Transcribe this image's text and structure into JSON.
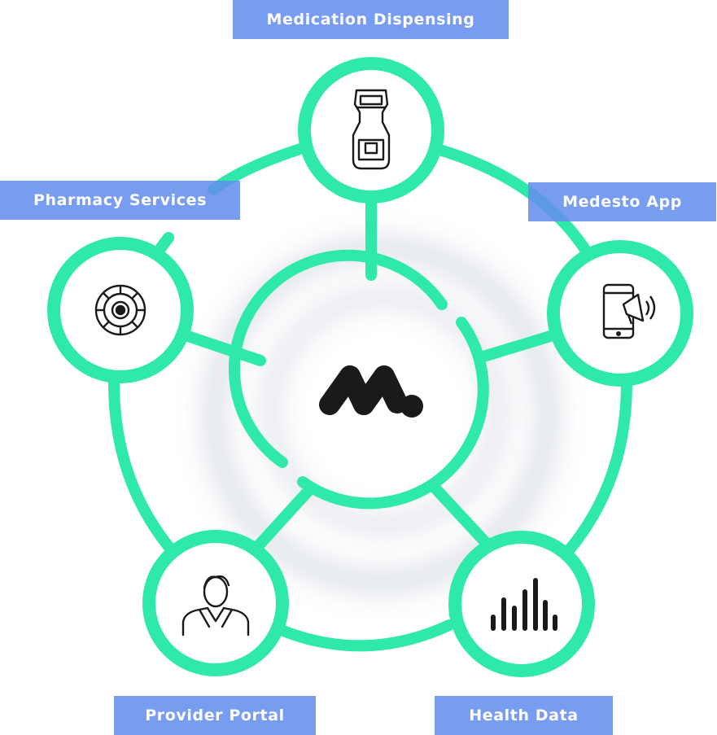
{
  "colors": {
    "accent": "#2ee9a9",
    "label_bg": "#648eee",
    "label_text": "#ffffff",
    "icon": "#1a1a1a",
    "node_fill": "#ffffff"
  },
  "hub": {
    "icon": "medesto-logo-icon"
  },
  "nodes": [
    {
      "label": "Medication Dispensing",
      "icon": "dispenser-device-icon"
    },
    {
      "label": "Pharmacy Services",
      "icon": "pill-wheel-icon"
    },
    {
      "label": "Medesto App",
      "icon": "phone-megaphone-icon"
    },
    {
      "label": "Provider Portal",
      "icon": "doctor-icon"
    },
    {
      "label": "Health Data",
      "icon": "bar-chart-icon"
    }
  ]
}
